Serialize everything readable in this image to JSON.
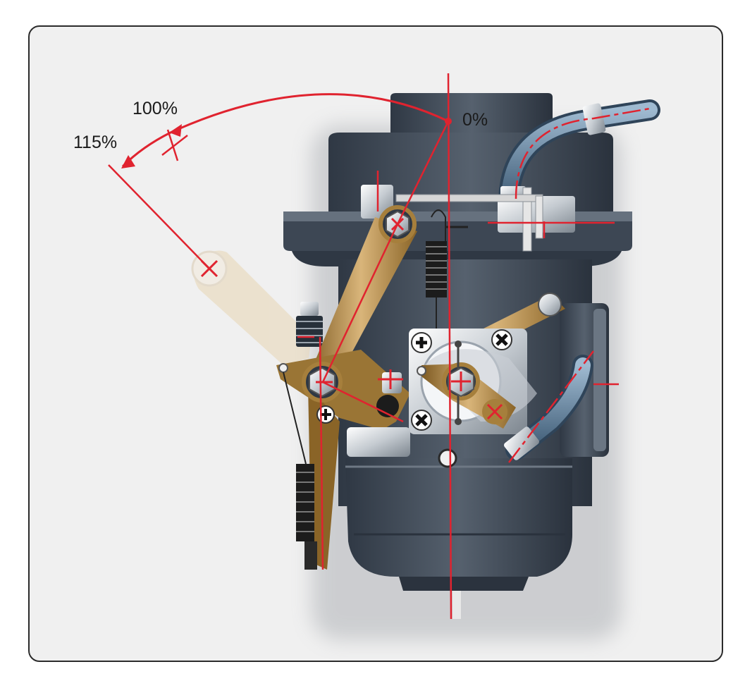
{
  "labels": {
    "zero": "0%",
    "hundred": "100%",
    "one_fifteen": "115%"
  },
  "colors": {
    "background": "#f0f0f0",
    "frame_border": "#2b2b2b",
    "body_dark": "#3b4552",
    "body_mid": "#56616e",
    "lever_gold": "#a67f3c",
    "steel": "#c8ccd0",
    "hose_blue": "#5b7d99",
    "centerline_red": "#e0232f"
  },
  "icons": [
    "pivot-cross-icon",
    "spring-icon",
    "screw-head-icon",
    "hex-nut-icon",
    "arrow-head-icon"
  ]
}
